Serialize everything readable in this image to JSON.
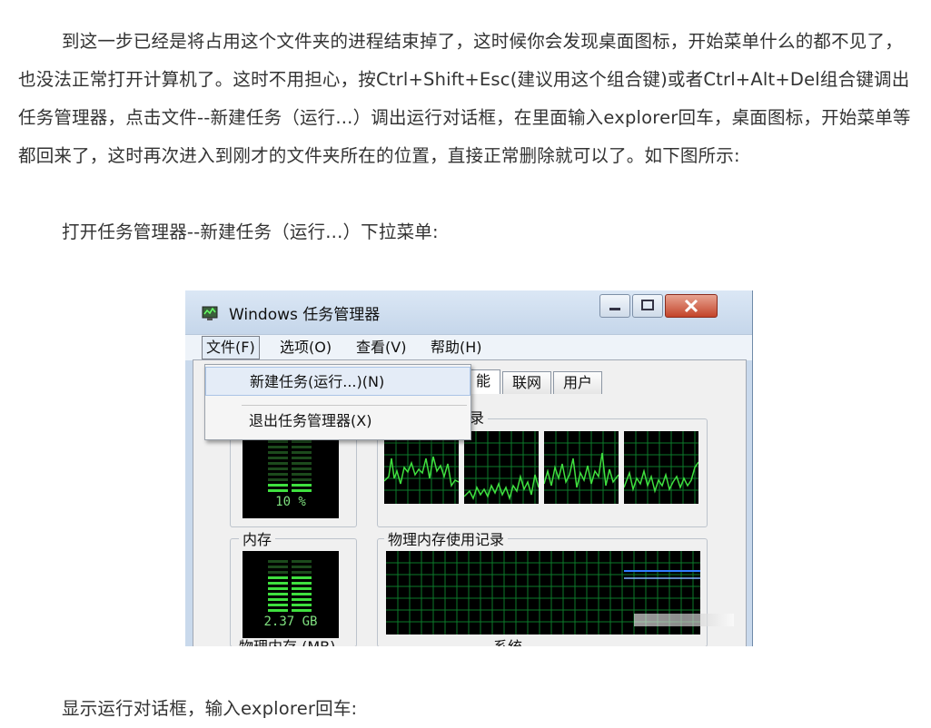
{
  "article": {
    "p1": "到这一步已经是将占用这个文件夹的进程结束掉了，这时候你会发现桌面图标，开始菜单什么的都不见了，也没法正常打开计算机了。这时不用担心，按Ctrl+Shift+Esc(建议用这个组合键)或者Ctrl+Alt+Del组合键调出任务管理器，点击文件--新建任务（运行...）调出运行对话框，在里面输入explorer回车，桌面图标，开始菜单等都回来了，这时再次进入到刚才的文件夹所在的位置，直接正常删除就可以了。如下图所示:",
    "p2": "打开任务管理器--新建任务（运行...）下拉菜单:",
    "p3": "显示运行对话框，输入explorer回车:"
  },
  "window": {
    "title": "Windows 任务管理器"
  },
  "menu": {
    "file": "文件(F)",
    "options": "选项(O)",
    "view": "查看(V)",
    "help": "帮助(H)"
  },
  "file_menu": {
    "new_task": "新建任务(运行...)(N)",
    "exit": "退出任务管理器(X)"
  },
  "tabs": {
    "perf_partial": "能",
    "network": "联网",
    "users": "用户"
  },
  "perf": {
    "history_partial": "录",
    "cpu_usage": "10 %",
    "memory_label": "内存",
    "memory_value": "2.37 GB",
    "phys_history_label": "物理内存使用记录",
    "phys_mem_cut": "物理内存 (MB)",
    "system_cut": "系统"
  }
}
